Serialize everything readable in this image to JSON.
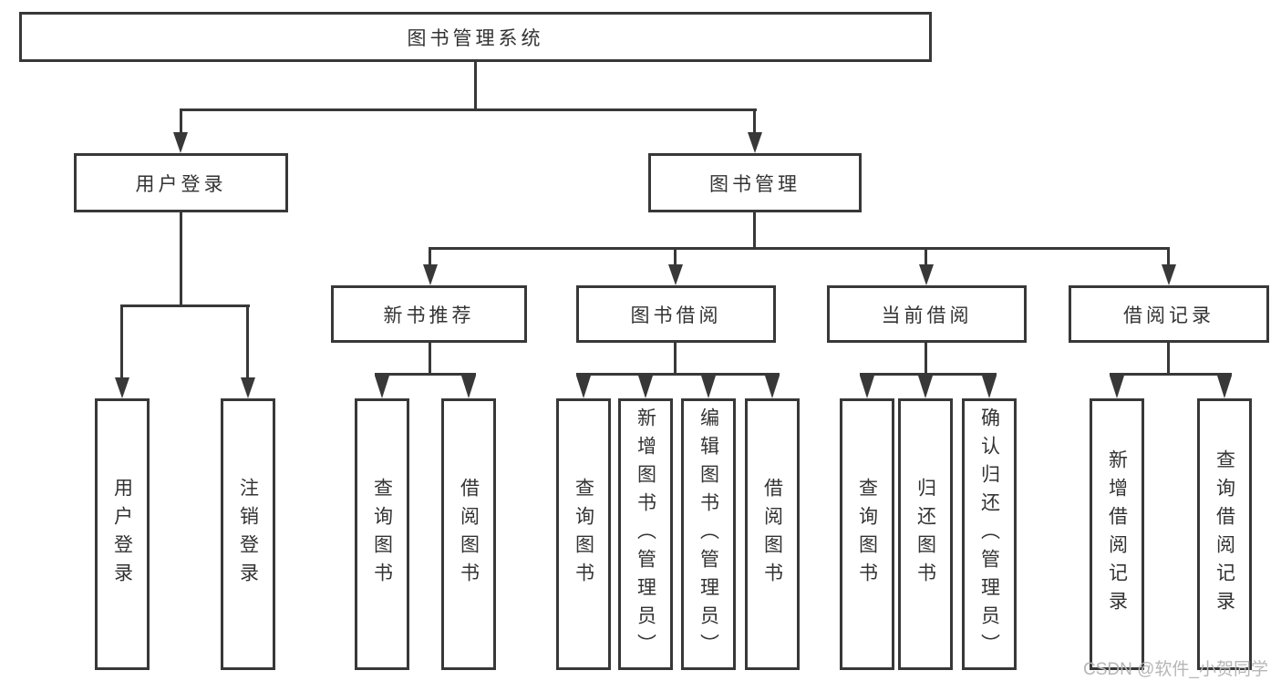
{
  "tree": {
    "label": "图书管理系统",
    "children": [
      {
        "label": "用户登录",
        "children": [
          {
            "label": "用户登录"
          },
          {
            "label": "注销登录"
          }
        ]
      },
      {
        "label": "图书管理",
        "children": [
          {
            "label": "新书推荐",
            "children": [
              {
                "label": "查询图书"
              },
              {
                "label": "借阅图书"
              }
            ]
          },
          {
            "label": "图书借阅",
            "children": [
              {
                "label": "查询图书"
              },
              {
                "label": "新增图书（管理员）"
              },
              {
                "label": "编辑图书（管理员）"
              },
              {
                "label": "借阅图书"
              }
            ]
          },
          {
            "label": "当前借阅",
            "children": [
              {
                "label": "查询图书"
              },
              {
                "label": "归还图书"
              },
              {
                "label": "确认归还（管理员）"
              }
            ]
          },
          {
            "label": "借阅记录",
            "children": [
              {
                "label": "新增借阅记录"
              },
              {
                "label": "查询借阅记录"
              }
            ]
          }
        ]
      }
    ]
  },
  "watermark": {
    "text": "CSDN @软件_小贺同学"
  },
  "colors": {
    "line": "#383838",
    "text": "#333333",
    "watermark": "#b6b6b6",
    "background": "#ffffff"
  }
}
